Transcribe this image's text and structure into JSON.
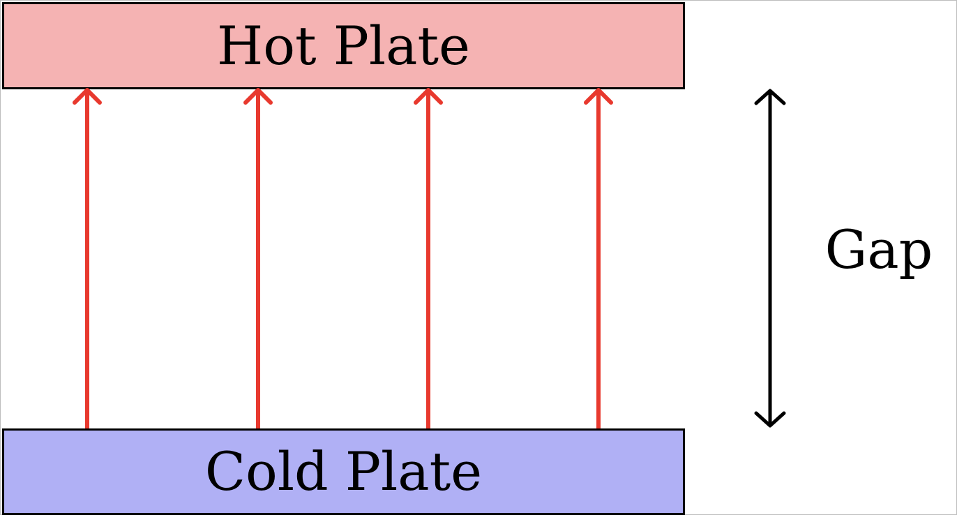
{
  "hot_plate": {
    "label": "Hot Plate",
    "fill_color": "#f5b3b3"
  },
  "cold_plate": {
    "label": "Cold Plate",
    "fill_color": "#b0b0f5"
  },
  "gap": {
    "label": "Gap",
    "arrow_color": "#000000"
  },
  "heat_arrows": {
    "count": 4,
    "color": "#e8392e",
    "direction": "up"
  }
}
